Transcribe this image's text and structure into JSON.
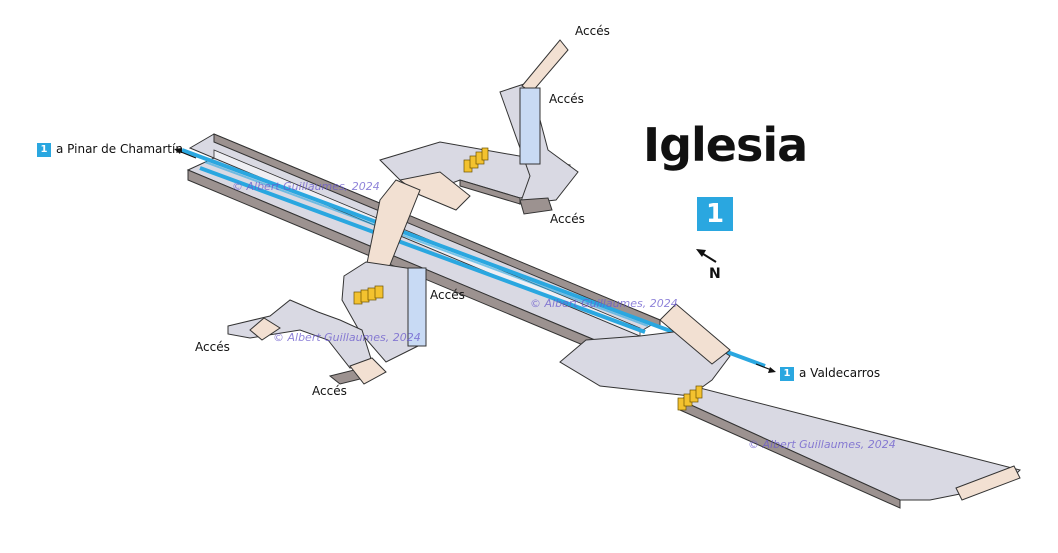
{
  "station": {
    "name": "Iglesia",
    "line_badge": "1",
    "north_label": "N",
    "line_color": "#2aa7e0"
  },
  "directions": [
    {
      "badge": "1",
      "text": "a Pinar de Chamartín"
    },
    {
      "badge": "1",
      "text": "a Valdecarros"
    }
  ],
  "exits": {
    "label": "Accés",
    "count": 7
  },
  "watermarks": [
    "© Albert Guillaumes, 2024",
    "© Albert Guillaumes, 2024",
    "© Albert Guillaumes, 2024",
    "© Albert Guillaumes, 2024"
  ],
  "colors": {
    "floor": "#d9d9e3",
    "wall_side": "#f2e0d2",
    "wall_dark": "#9c9290",
    "stairs": "#f3c22f",
    "elevator": "#c8daf4"
  }
}
